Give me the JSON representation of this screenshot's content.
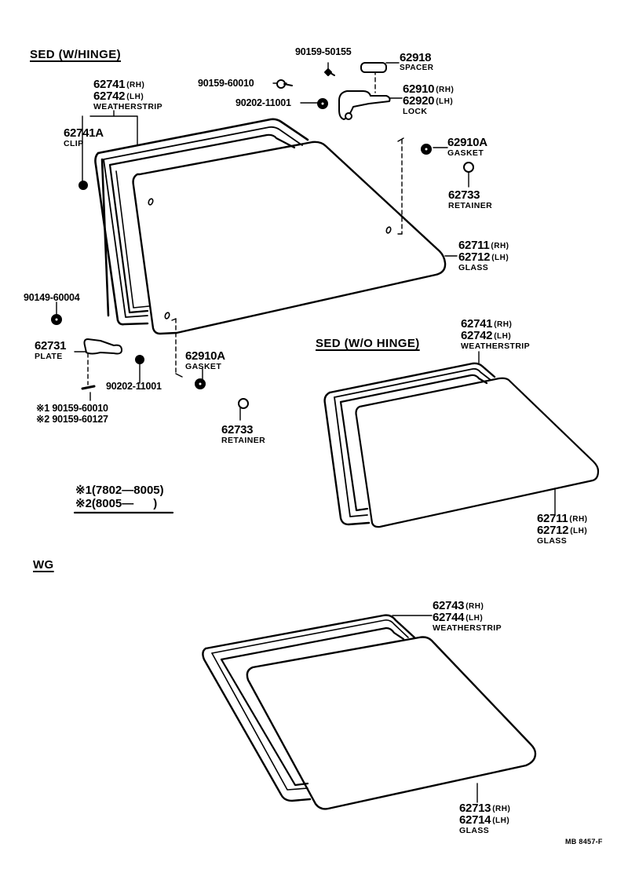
{
  "sections": {
    "sed_w_hinge": "SED (W/HINGE)",
    "sed_wo_hinge": "SED (W/O HINGE)",
    "wg": "WG"
  },
  "parts": {
    "sed_w_hinge": {
      "weatherstrip": {
        "rh": "62741",
        "rh_side": "(RH)",
        "lh": "62742",
        "lh_side": "(LH)",
        "name": "WEATHERSTRIP"
      },
      "clip": {
        "number": "62741A",
        "name": "CLIP"
      },
      "screw_top": {
        "number": "90159-50155"
      },
      "spacer": {
        "number": "62918",
        "name": "SPACER"
      },
      "screw_hinge": {
        "number": "90159-60010"
      },
      "nut_hinge": {
        "number": "90202-11001"
      },
      "lock": {
        "rh": "62910",
        "rh_side": "(RH)",
        "lh": "62920",
        "lh_side": "(LH)",
        "name": "LOCK"
      },
      "gasket_upper": {
        "number": "62910A",
        "name": "GASKET"
      },
      "retainer_upper": {
        "number": "62733",
        "name": "RETAINER"
      },
      "glass": {
        "rh": "62711",
        "rh_side": "(RH)",
        "lh": "62712",
        "lh_side": "(LH)",
        "name": "GLASS"
      },
      "nut_plate": {
        "number": "90149-60004"
      },
      "plate": {
        "number": "62731",
        "name": "PLATE"
      },
      "nut_lower": {
        "number": "90202-11001"
      },
      "gasket_lower": {
        "number": "62910A",
        "name": "GASKET"
      },
      "retainer_lower": {
        "number": "62733",
        "name": "RETAINER"
      },
      "screw_plate_1": {
        "mark": "※1",
        "number": "90159-60010"
      },
      "screw_plate_2": {
        "mark": "※2",
        "number": "90159-60127"
      }
    },
    "sed_wo_hinge": {
      "weatherstrip": {
        "rh": "62741",
        "rh_side": "(RH)",
        "lh": "62742",
        "lh_side": "(LH)",
        "name": "WEATHERSTRIP"
      },
      "glass": {
        "rh": "62711",
        "rh_side": "(RH)",
        "lh": "62712",
        "lh_side": "(LH)",
        "name": "GLASS"
      }
    },
    "wg": {
      "weatherstrip": {
        "rh": "62743",
        "rh_side": "(RH)",
        "lh": "62744",
        "lh_side": "(LH)",
        "name": "WEATHERSTRIP"
      },
      "glass": {
        "rh": "62713",
        "rh_side": "(RH)",
        "lh": "62714",
        "lh_side": "(LH)",
        "name": "GLASS"
      }
    }
  },
  "notes": {
    "note1": "※1(7802—8005)",
    "note2": "※2(8005—      )"
  },
  "reference_code": "MB 8457-F"
}
